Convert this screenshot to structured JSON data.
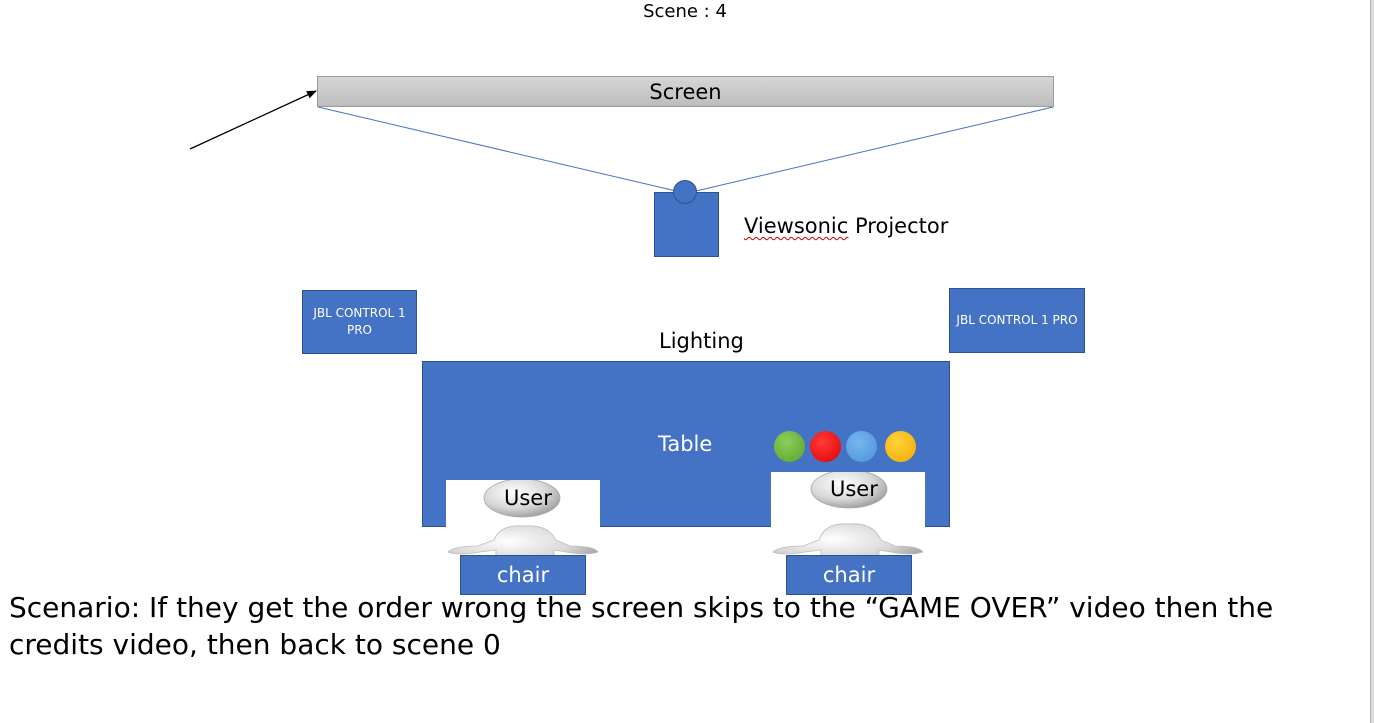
{
  "scene_label": "Scene : 4",
  "screen_label": "Screen",
  "projector_label": "Projector",
  "projector_brand": "Viewsonic",
  "speaker_left_label": "JBL CONTROL 1 PRO",
  "speaker_right_label": "JBL CONTROL 1 PRO",
  "lighting_label": "Lighting",
  "table_label": "Table",
  "user_left_label": "User",
  "user_right_label": "User",
  "chair_left_label": "chair",
  "chair_right_label": "chair",
  "scenario_text": "Scenario: If they get the order wrong the screen skips to the “GAME OVER” video then the credits video, then back to scene 0",
  "colors": {
    "shape_fill": "#4472c4",
    "button_green": "#5aa02c",
    "button_red": "#e00000",
    "button_blue": "#4a90d9",
    "button_yellow": "#f2a900"
  }
}
